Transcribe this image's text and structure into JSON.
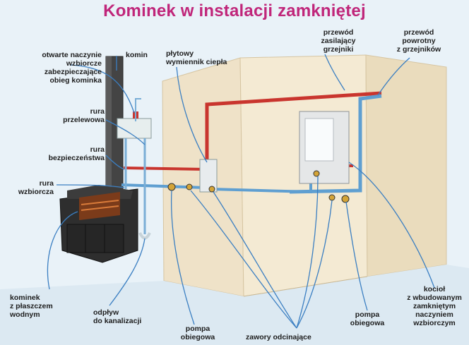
{
  "title": "Kominek w instalacji zamkniętej",
  "labels": {
    "otwarte_naczynie": [
      "otwarte naczynie",
      "wzbiorcze",
      "zabezpieczające",
      "obieg kominka"
    ],
    "komin": [
      "komin"
    ],
    "plytowy": [
      "płytowy",
      "wymiennik ciepła"
    ],
    "przewod_zasilajacy": [
      "przewód",
      "zasilający",
      "grzejniki"
    ],
    "przewod_powrotny": [
      "przewód",
      "powrotny",
      "z grzejników"
    ],
    "rura_przelewowa": [
      "rura",
      "przelewowa"
    ],
    "rura_bezpieczenstwa": [
      "rura",
      "bezpieczeństwa"
    ],
    "rura_wzbiorcza": [
      "rura",
      "wzbiorcza"
    ],
    "kominek": [
      "kominek",
      "z płaszczem",
      "wodnym"
    ],
    "odplyw": [
      "odpływ",
      "do kanalizacji"
    ],
    "pompa_obiegowa_1": [
      "pompa",
      "obiegowa"
    ],
    "zawory": [
      "zawory odcinające"
    ],
    "pompa_obiegowa_2": [
      "pompa",
      "obiegowa"
    ],
    "kociol": [
      "kocioł",
      "z wbudowanym",
      "zamkniętym",
      "naczyniem",
      "wzbiorczym"
    ]
  },
  "colors": {
    "title": "#c0267a",
    "wall": "#ede0c4",
    "supply_pipe": "#c9352e",
    "return_pipe": "#5f9fd1",
    "chimney": "#3f3f3f",
    "fireplace": "#2f2f2f"
  }
}
